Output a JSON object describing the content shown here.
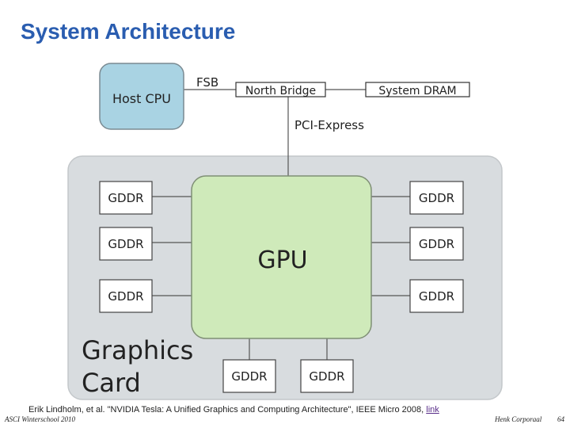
{
  "slide": {
    "title": "System Architecture"
  },
  "diagram": {
    "host_cpu": "Host CPU",
    "fsb": "FSB",
    "north_bridge": "North Bridge",
    "system_dram": "System DRAM",
    "pci_express": "PCI-Express",
    "gpu": "GPU",
    "graphics_card_line1": "Graphics",
    "graphics_card_line2": "Card",
    "gddr": "GDDR",
    "colors": {
      "host_cpu_fill": "#a9d3e3",
      "gpu_fill": "#cfeaba",
      "card_fill": "#d8dcdf",
      "memory_fill": "#ffffff"
    }
  },
  "citation": {
    "text": "Erik Lindholm, et al. \"NVIDIA Tesla: A Unified Graphics and Computing Architecture\", IEEE Micro 2008, ",
    "link_label": "link"
  },
  "footer": {
    "left": "ASCI Winterschool 2010",
    "center": "Henk Corporaal",
    "page": "64"
  }
}
